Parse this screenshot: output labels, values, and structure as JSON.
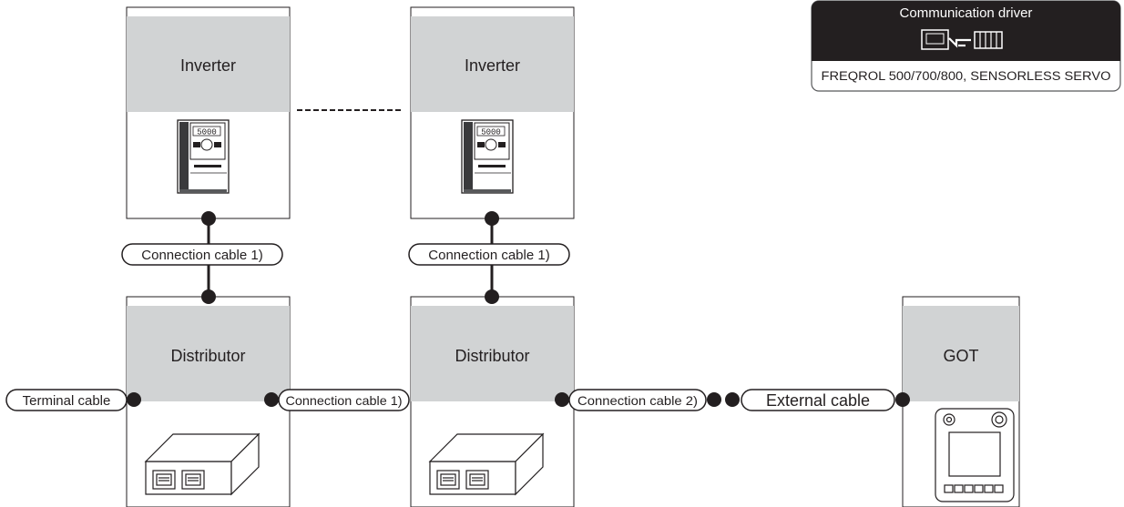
{
  "legend": {
    "heading": "Communication driver",
    "icon": "communication-driver-icon",
    "drivers": "FREQROL 500/700/800, SENSORLESS SERVO"
  },
  "devices": {
    "inverter_1": "Inverter",
    "inverter_2": "Inverter",
    "distributor_1": "Distributor",
    "distributor_2": "Distributor",
    "got": "GOT"
  },
  "cables": {
    "inverter_1_to_distributor_1": "Connection cable 1)",
    "inverter_2_to_distributor_2": "Connection cable 1)",
    "terminal": "Terminal cable",
    "distributor_1_to_distributor_2": "Connection cable 1)",
    "distributor_2_out": "Connection cable 2)",
    "external": "External cable"
  },
  "colors": {
    "line": "#231f20",
    "label_box": "#d1d3d4",
    "legend_header": "#231f20",
    "legend_border": "#58595b"
  }
}
